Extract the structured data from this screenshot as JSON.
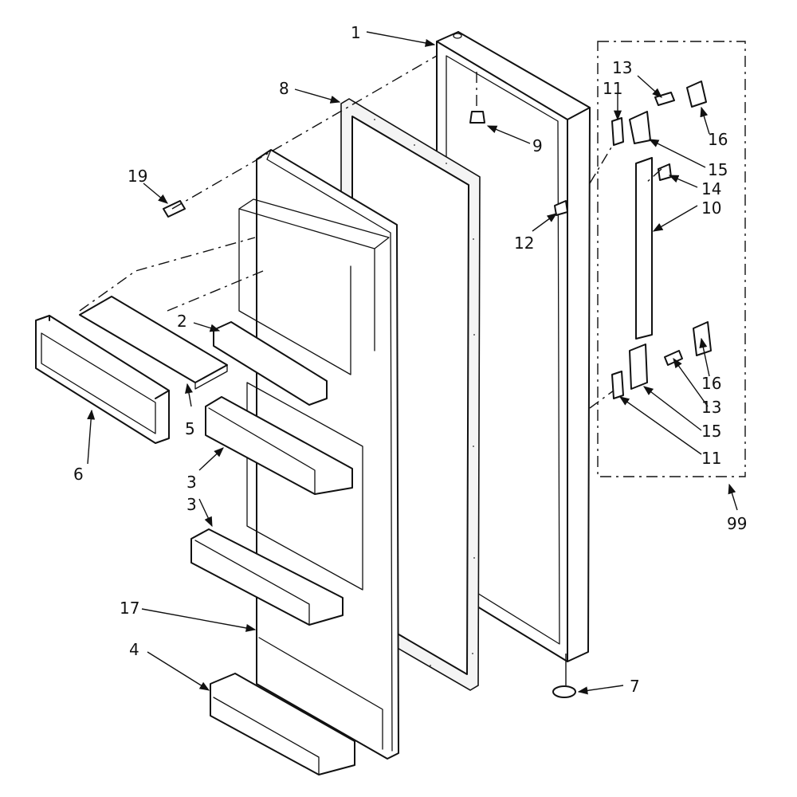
{
  "diagram": {
    "labels": {
      "p1": "1",
      "p2": "2",
      "p3a": "3",
      "p3b": "3",
      "p4": "4",
      "p5": "5",
      "p6": "6",
      "p7": "7",
      "p8": "8",
      "p9": "9",
      "p10": "10",
      "p11a": "11",
      "p11b": "11",
      "p12": "12",
      "p13a": "13",
      "p13b": "13",
      "p14": "14",
      "p15a": "15",
      "p15b": "15",
      "p16a": "16",
      "p16b": "16",
      "p17": "17",
      "p19": "19",
      "p99": "99"
    }
  }
}
